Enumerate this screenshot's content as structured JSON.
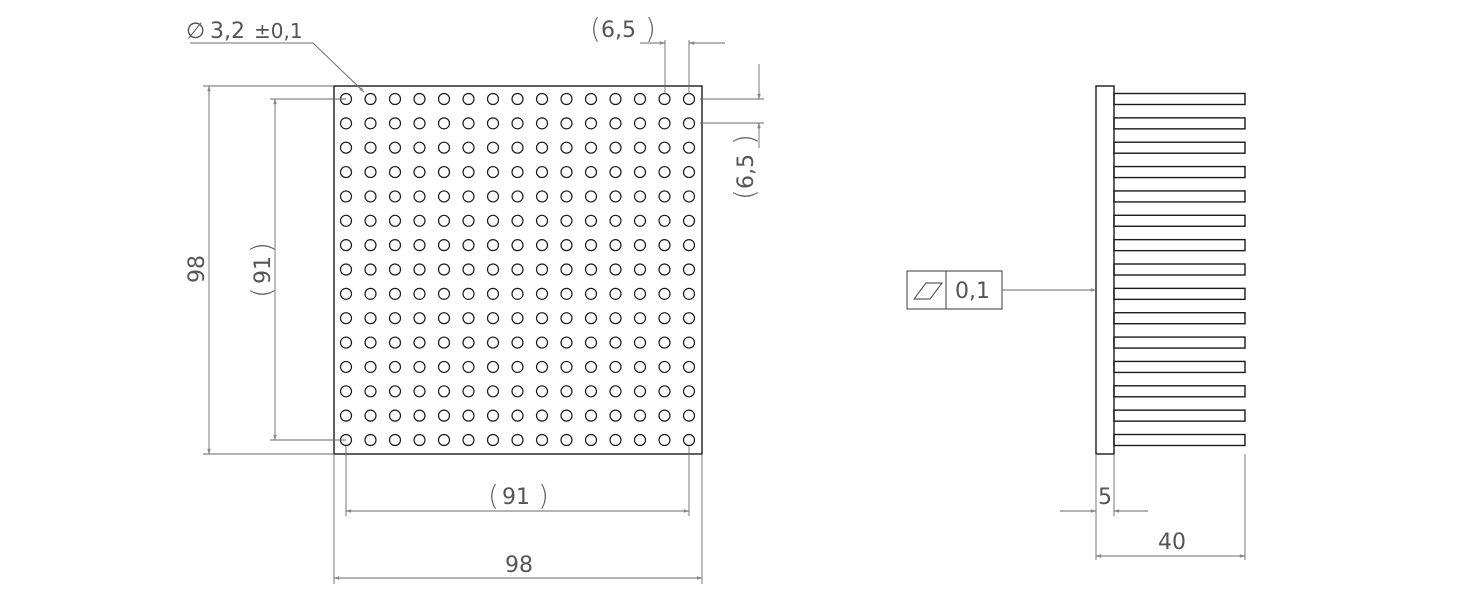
{
  "front_view": {
    "hole_callout": {
      "symbol": "∅",
      "value": "3,2",
      "tolerance": "±0,1"
    },
    "pitch_top": "6,5",
    "pitch_right": "6,5",
    "height_overall": "98",
    "height_pitch_span": "91",
    "width_pitch_span": "91",
    "width_overall": "98",
    "grid": {
      "rows": 15,
      "columns": 15
    }
  },
  "side_view": {
    "flatness_value": "0,1",
    "base_thickness": "5",
    "overall_depth": "40",
    "pin_rows": 15
  }
}
